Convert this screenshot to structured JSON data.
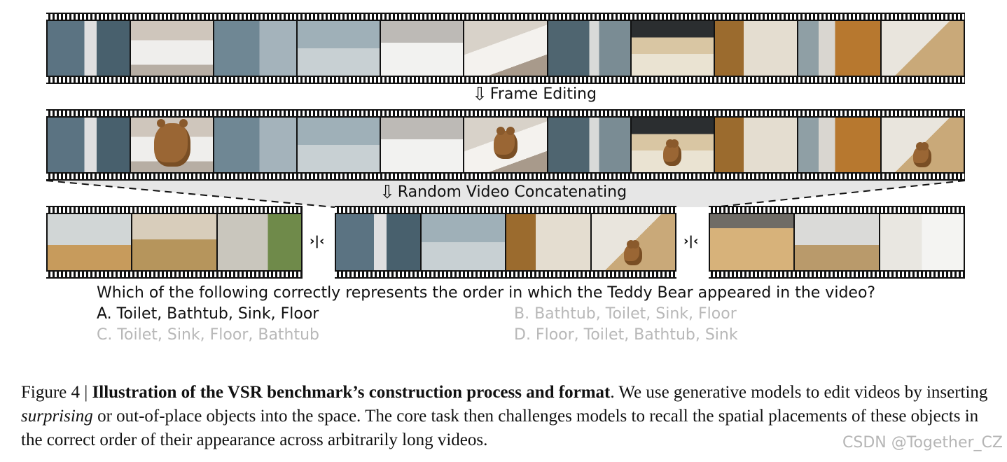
{
  "stage_labels": {
    "edit_arrow": "⇩",
    "edit_label": "Frame Editing",
    "concat_arrow": "⇩",
    "concat_label": "Random Video Concatenating"
  },
  "original_strip": {
    "frames": [
      "tile",
      "toilet",
      "shower",
      "glass",
      "tub",
      "tub2",
      "tile2",
      "sink",
      "sink2",
      "door",
      "floor"
    ]
  },
  "edited_strip": {
    "frames": [
      "tile",
      "toilet",
      "shower",
      "glass",
      "tub",
      "tub2",
      "tile2",
      "sink",
      "sink2",
      "door",
      "floor"
    ],
    "teddy_frames": [
      1,
      5,
      7,
      10
    ]
  },
  "concat_separator": "›|‹",
  "question": {
    "text": "Which of the following correctly represents the order in which the Teddy Bear appeared in the video?",
    "options": [
      {
        "label": "A.  Toilet, Bathtub, Sink, Floor",
        "correct": true
      },
      {
        "label": "B. Bathtub, Toilet, Sink, Floor",
        "correct": false
      },
      {
        "label": "C.  Toilet, Sink, Floor, Bathtub",
        "correct": false
      },
      {
        "label": "D. Floor, Toilet, Bathtub, Sink",
        "correct": false
      }
    ]
  },
  "caption": {
    "prefix": "Figure 4 | ",
    "bold": "Illustration of the VSR benchmark’s construction process and format",
    "part1": ". We use generative models to edit videos by inserting ",
    "italic": "surprising",
    "part2": " or out-of-place objects into the space. The core task then challenges models to recall the spatial placements of these objects in the correct order of their appearance across arbitrarily long videos."
  },
  "watermark": "CSDN @Together_CZ"
}
